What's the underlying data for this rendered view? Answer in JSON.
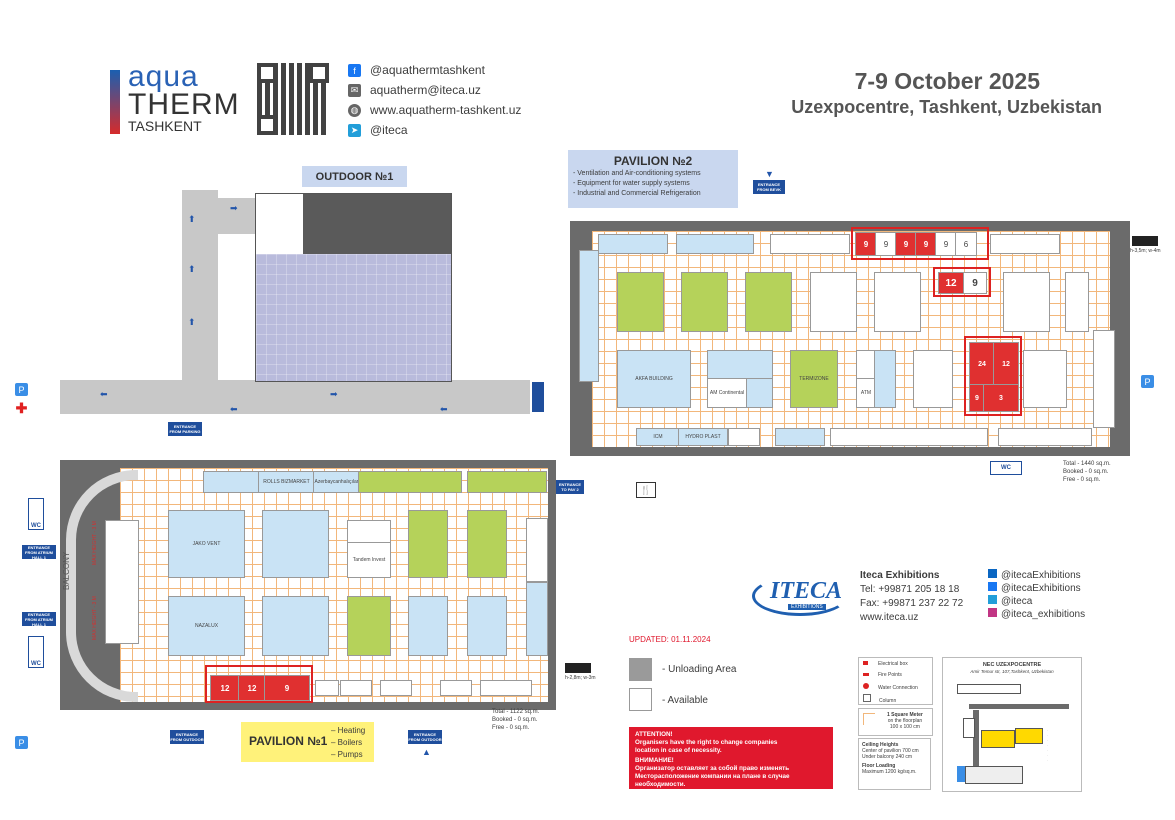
{
  "header": {
    "logo": {
      "line1": "aqua",
      "line2": "THERM",
      "line3": "TASHKENT"
    },
    "social": [
      {
        "icon": "facebook-icon",
        "text": "@aquathermtashkent"
      },
      {
        "icon": "mail-icon",
        "text": "aquatherm@iteca.uz"
      },
      {
        "icon": "globe-icon",
        "text": "www.aquatherm-tashkent.uz"
      },
      {
        "icon": "telegram-icon",
        "text": "@iteca"
      }
    ],
    "date": "7-9 October 2025",
    "venue": "Uzexpocentre, Tashkent, Uzbekistan"
  },
  "outdoor": {
    "title": "OUTDOOR №1"
  },
  "pavilion2": {
    "title": "PAVILION №2",
    "items": [
      "- Ventilation and Air-conditioning systems",
      "- Equipment for water supply systems",
      "- Industrial and Commercial Refrigeration"
    ],
    "totals": [
      "Total - 1440 sq.m.",
      "Booked - 0 sq.m.",
      "Free - 0 sq.m."
    ],
    "entrance_label": "ENTRANCE FROM BEVK",
    "truck_label": "h-3,5m; w-4m",
    "red_numbers_top": [
      "9",
      "9",
      "9",
      "9",
      "9",
      "6"
    ],
    "red_mid": [
      "12",
      "9"
    ],
    "red_block": [
      "24",
      "12",
      "9",
      "3"
    ],
    "stand_labels": [
      "AKFA BUILDING",
      "AM Continental",
      "TERMIZONE",
      "ATM",
      "ICM",
      "HYDRO PLAST"
    ]
  },
  "pavilion1": {
    "title": "PAVILION №1",
    "items": [
      "– Heating",
      "– Boilers",
      "– Pumps"
    ],
    "totals": [
      "Total - 1122 sq.m.",
      "Booked - 0 sq.m.",
      "Free - 0 sq.m."
    ],
    "balcony": "BALCONY",
    "max_height": "MAX HEIGHT - 3 M",
    "entrance_parking": "ENTRANCE FROM PARKING",
    "entrance_outdoor": "ENTRANCE FROM OUTDOOR",
    "entrance_atrium": "ENTRANCE FROM ATRIUM HALL 1",
    "entrance_pav2": "ENTRANCE TO PAV 2",
    "truck_label": "h-2,8m; w-3m",
    "red_numbers": [
      "12",
      "12",
      "9"
    ],
    "stand_labels": [
      "JAKO VENT",
      "ROLLS BIZMARKET",
      "Azerbaycanhalıçılar",
      "NAZALUX",
      "Tandem Invest"
    ]
  },
  "wc": "WC",
  "iteca": {
    "logo": "ITECA",
    "logo_sub": "EXHIBITIONS",
    "company": "Iteca Exhibitions",
    "tel": "Tel: +99871 205 18 18",
    "fax": "Fax: +99871 237 22 72",
    "web": "www.iteca.uz",
    "social": [
      {
        "icon": "linkedin-icon",
        "text": "@itecaExhibitions",
        "color": "#0a66c2"
      },
      {
        "icon": "facebook-icon",
        "text": "@itecaExhibitions",
        "color": "#1877f2"
      },
      {
        "icon": "telegram-icon",
        "text": "@iteca",
        "color": "#229ed9"
      },
      {
        "icon": "instagram-icon",
        "text": "@iteca_exhibitions",
        "color": "#c13584"
      }
    ]
  },
  "updated": "UPDATED: 01.11.2024",
  "legend_area": [
    {
      "color": "#9a9a9a",
      "label": "- Unloading Area"
    },
    {
      "color": "#ffffff",
      "label": "- Available"
    }
  ],
  "attention": {
    "l1": "ATTENTION!",
    "l2": "Organisers have the right to change companies",
    "l3": "location in case of necessity.",
    "l4": "ВНИМАНИЕ!",
    "l5": "Организатор оставляет за собой право изменять",
    "l6": "Месторасположение компании на плане в случае необходимости."
  },
  "legend_small": [
    "Electrical box",
    "Fire Points",
    "Water Connection",
    "Column"
  ],
  "sqm_note": {
    "l1": "1 Square Meter",
    "l2": "on the floorplan",
    "l3": "100 x 100 cm"
  },
  "ceiling": {
    "t1": "Ceiling Heights",
    "l1": "Center of pavilion 700 cm",
    "l2": "Under balcony 240 cm",
    "t2": "Floor Loading",
    "l3": "Maximum 1200 kg/sq.m."
  },
  "nec": {
    "title": "NEC UZEXPOCENTRE",
    "address": "Amir Temur str, 107,Tashkent, Uzbekistan"
  },
  "colors": {
    "red": "#e03030",
    "blue_stand": "#c9e3f5",
    "green_stand": "#b5d25a",
    "wall": "#6b6b6b",
    "pavilion1_label": "#fff27a",
    "pavilion2_label": "#c9d7ef",
    "attention": "#e0182d"
  }
}
